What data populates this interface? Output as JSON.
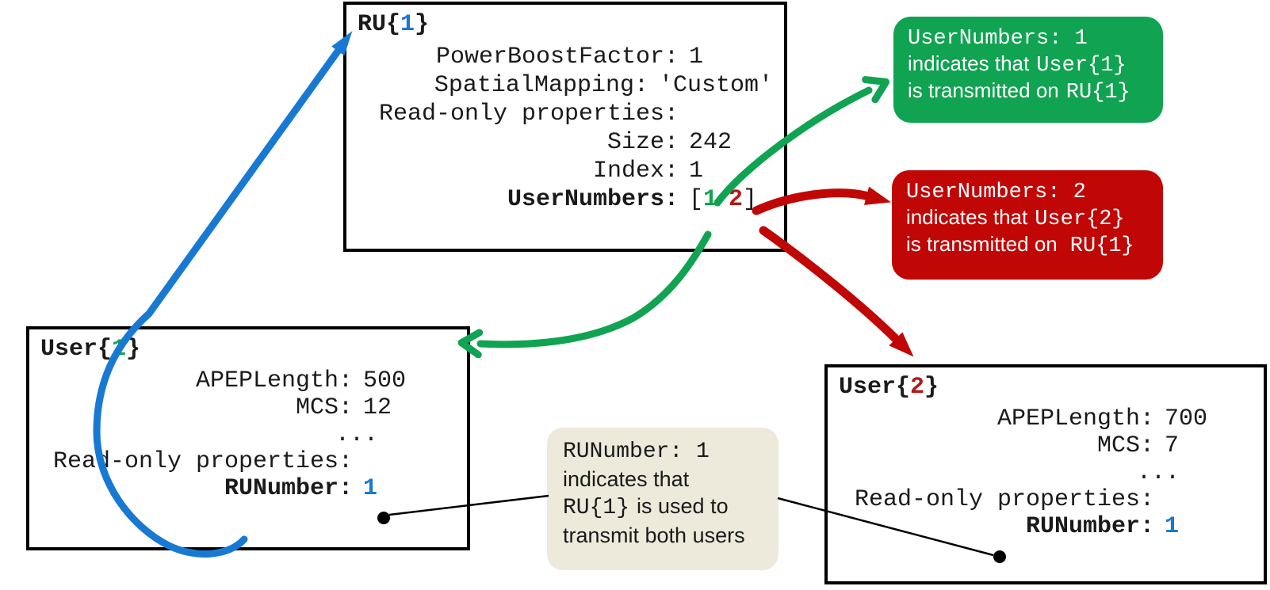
{
  "colors": {
    "arrow_blue": "#1879d3",
    "arrow_green": "#10a351",
    "arrow_red": "#c10606",
    "value_blue": "#1779d2",
    "value_green": "#13a351",
    "value_red": "#b51717",
    "note_beige": "#edeadc"
  },
  "ru_box": {
    "title": {
      "pre": "RU{",
      "num": "1",
      "post": "}"
    },
    "rows": [
      {
        "name": "PowerBoostFactor:",
        "value": "1"
      },
      {
        "name": "SpatialMapping:",
        "value": "'Custom'"
      },
      {
        "name": "",
        "value": ""
      },
      {
        "name": "Read-only properties:",
        "value": ""
      },
      {
        "name": "Size:",
        "value": "242"
      },
      {
        "name": "Index:",
        "value": "1"
      }
    ],
    "usernumbers": {
      "name": "UserNumbers:",
      "open": "[",
      "first": "1",
      "second": "2",
      "close": "]"
    }
  },
  "user1_box": {
    "title": {
      "pre": "User{",
      "num": "1",
      "post": "}"
    },
    "rows": [
      {
        "name": "APEPLength:",
        "value": "500"
      },
      {
        "name": "MCS:",
        "value": "12"
      },
      {
        "name": "...",
        "value": ""
      },
      {
        "name": "",
        "value": ""
      },
      {
        "name": "Read-only properties:",
        "value": ""
      }
    ],
    "runumber": {
      "name": "RUNumber:",
      "value": "1"
    }
  },
  "user2_box": {
    "title": {
      "pre": "User{",
      "num": "2",
      "post": "}"
    },
    "rows": [
      {
        "name": "APEPLength:",
        "value": "700"
      },
      {
        "name": "MCS:",
        "value": "7"
      },
      {
        "name": "...",
        "value": ""
      },
      {
        "name": "",
        "value": ""
      },
      {
        "name": "Read-only properties:",
        "value": ""
      }
    ],
    "runumber": {
      "name": "RUNumber:",
      "value": "1"
    }
  },
  "green_callout": {
    "line1": "UserNumbers: 1",
    "line2_sans": "indicates that",
    "line2_mono": "User{1}",
    "line3_sans": "is transmitted on",
    "line3_mono": "RU{1}"
  },
  "red_callout": {
    "line1": "UserNumbers: 2",
    "line2_sans": "indicates that",
    "line2_mono": "User{2}",
    "line3_sans": "is transmitted on",
    "line3_mono": "RU{1}"
  },
  "beige_callout": {
    "line1": "RUNumber: 1",
    "line2": "indicates that",
    "line3_mono": "RU{1}",
    "line3_sans": "is used to",
    "line4": "transmit both users"
  }
}
